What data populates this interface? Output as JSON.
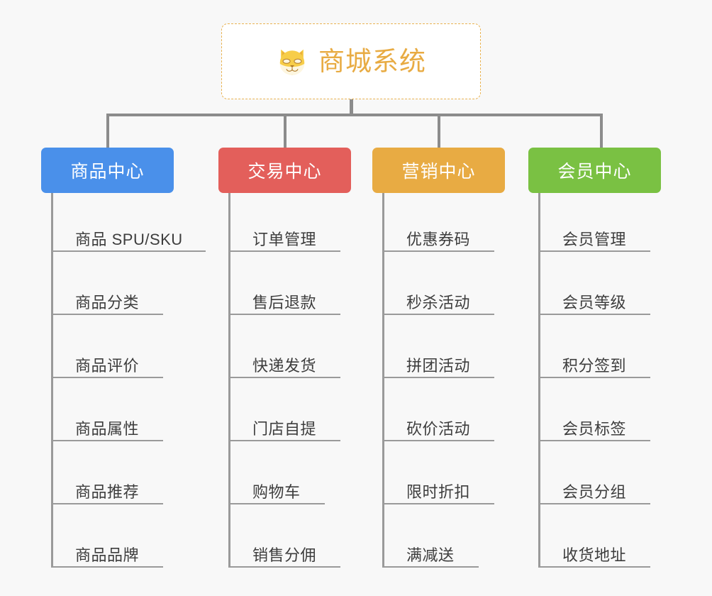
{
  "background_color": "#f8f8f8",
  "root": {
    "title": "商城系统",
    "icon": "shiba-dog-emoji",
    "text_color": "#e8ab43",
    "border_color": "#e9b352",
    "background_color": "#ffffff"
  },
  "connector_color": "#8c8c8c",
  "columns": [
    {
      "header": "商品中心",
      "color": "#4a90ea",
      "items": [
        "商品 SPU/SKU",
        "商品分类",
        "商品评价",
        "商品属性",
        "商品推荐",
        "商品品牌"
      ]
    },
    {
      "header": "交易中心",
      "color": "#e35f5b",
      "items": [
        "订单管理",
        "售后退款",
        "快递发货",
        "门店自提",
        "购物车",
        "销售分佣"
      ]
    },
    {
      "header": "营销中心",
      "color": "#e8ab43",
      "items": [
        "优惠券码",
        "秒杀活动",
        "拼团活动",
        "砍价活动",
        "限时折扣",
        "满减送"
      ]
    },
    {
      "header": "会员中心",
      "color": "#7ac143",
      "items": [
        "会员管理",
        "会员等级",
        "积分签到",
        "会员标签",
        "会员分组",
        "收货地址"
      ]
    }
  ]
}
